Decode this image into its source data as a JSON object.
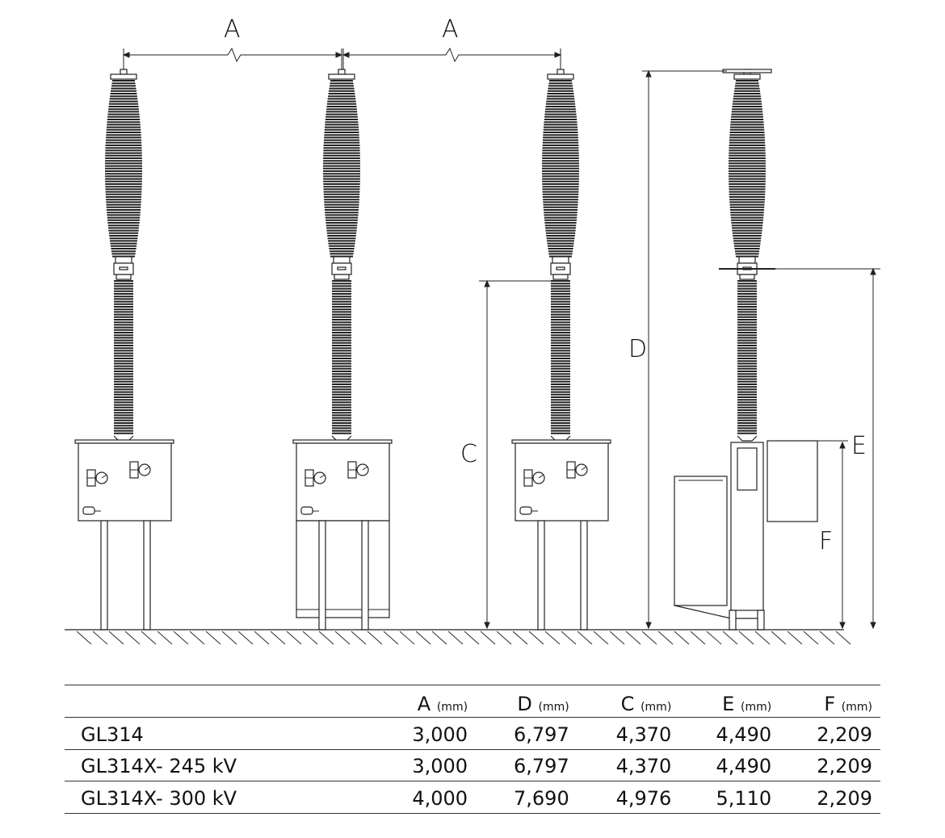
{
  "diagram": {
    "dimension_labels": {
      "a1": "A",
      "a2": "A",
      "c": "C",
      "d": "D",
      "e": "E",
      "f": "F"
    }
  },
  "table": {
    "headers": [
      {
        "letter": "A",
        "unit": "(mm)"
      },
      {
        "letter": "D",
        "unit": "(mm)"
      },
      {
        "letter": "C",
        "unit": "(mm)"
      },
      {
        "letter": "E",
        "unit": "(mm)"
      },
      {
        "letter": "F",
        "unit": "(mm)"
      }
    ],
    "rows": [
      {
        "model": "GL314",
        "values": [
          "3,000",
          "6,797",
          "4,370",
          "4,490",
          "2,209"
        ]
      },
      {
        "model": "GL314X- 245 kV",
        "values": [
          "3,000",
          "6,797",
          "4,370",
          "4,490",
          "2,209"
        ]
      },
      {
        "model": "GL314X- 300 kV",
        "values": [
          "4,000",
          "7,690",
          "4,976",
          "5,110",
          "2,209"
        ]
      }
    ]
  }
}
